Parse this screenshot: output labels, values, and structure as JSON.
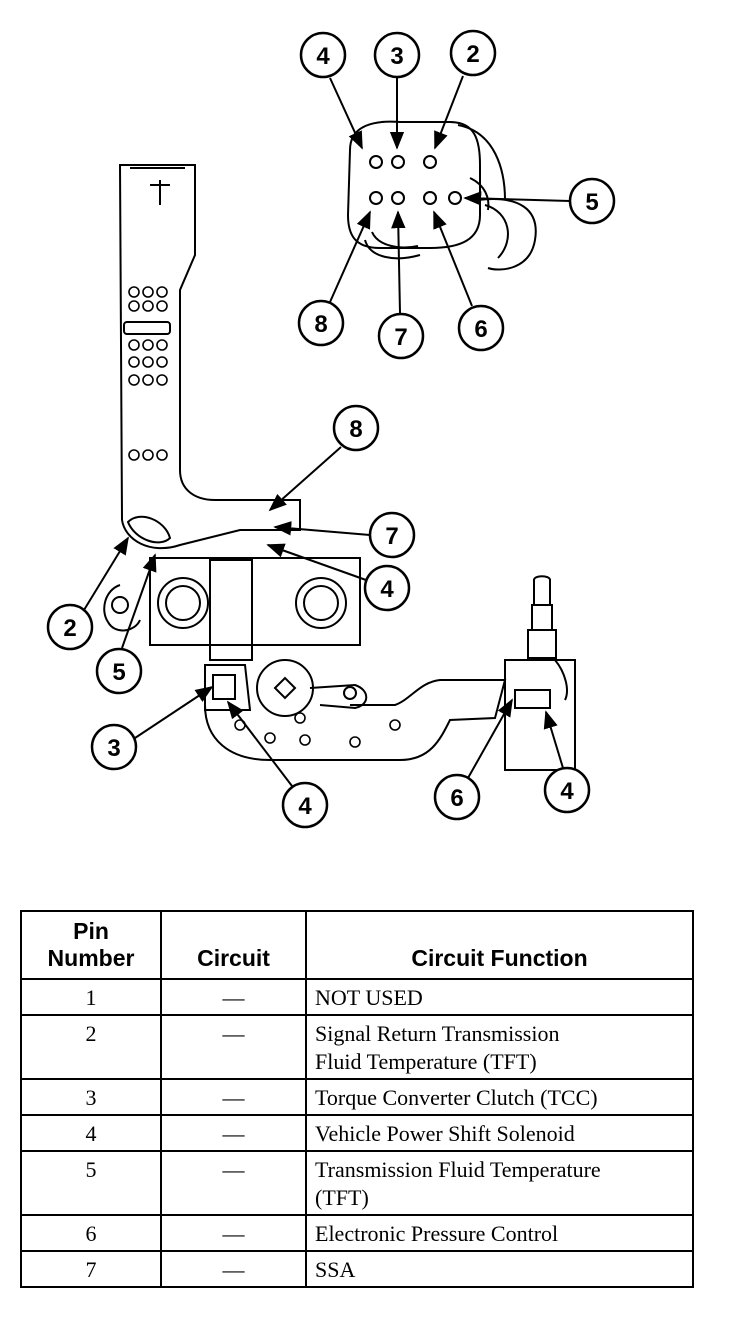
{
  "callouts": {
    "connector": {
      "pin4": "4",
      "pin3": "3",
      "pin2": "2",
      "pin5": "5",
      "pin8": "8",
      "pin7": "7",
      "pin6": "6"
    },
    "harness": {
      "pin8": "8",
      "pin7": "7",
      "pin4a": "4",
      "pin2": "2",
      "pin5": "5",
      "pin3": "3",
      "pin4b": "4",
      "pin6": "6",
      "pin4c": "4"
    }
  },
  "table": {
    "headers": {
      "pin_number_line1": "Pin",
      "pin_number_line2": "Number",
      "circuit": "Circuit",
      "circuit_function": "Circuit Function"
    },
    "rows": [
      {
        "pin": "1",
        "circuit": "—",
        "function": "NOT USED"
      },
      {
        "pin": "2",
        "circuit": "—",
        "function_line1": "Signal Return Transmission",
        "function_line2": "Fluid Temperature (TFT)"
      },
      {
        "pin": "3",
        "circuit": "—",
        "function": "Torque Converter Clutch (TCC)"
      },
      {
        "pin": "4",
        "circuit": "—",
        "function": "Vehicle Power Shift Solenoid"
      },
      {
        "pin": "5",
        "circuit": "—",
        "function_line1": "Transmission Fluid Temperature",
        "function_line2": "(TFT)"
      },
      {
        "pin": "6",
        "circuit": "—",
        "function": "Electronic Pressure Control"
      },
      {
        "pin": "7",
        "circuit": "—",
        "function": "SSA"
      }
    ]
  }
}
